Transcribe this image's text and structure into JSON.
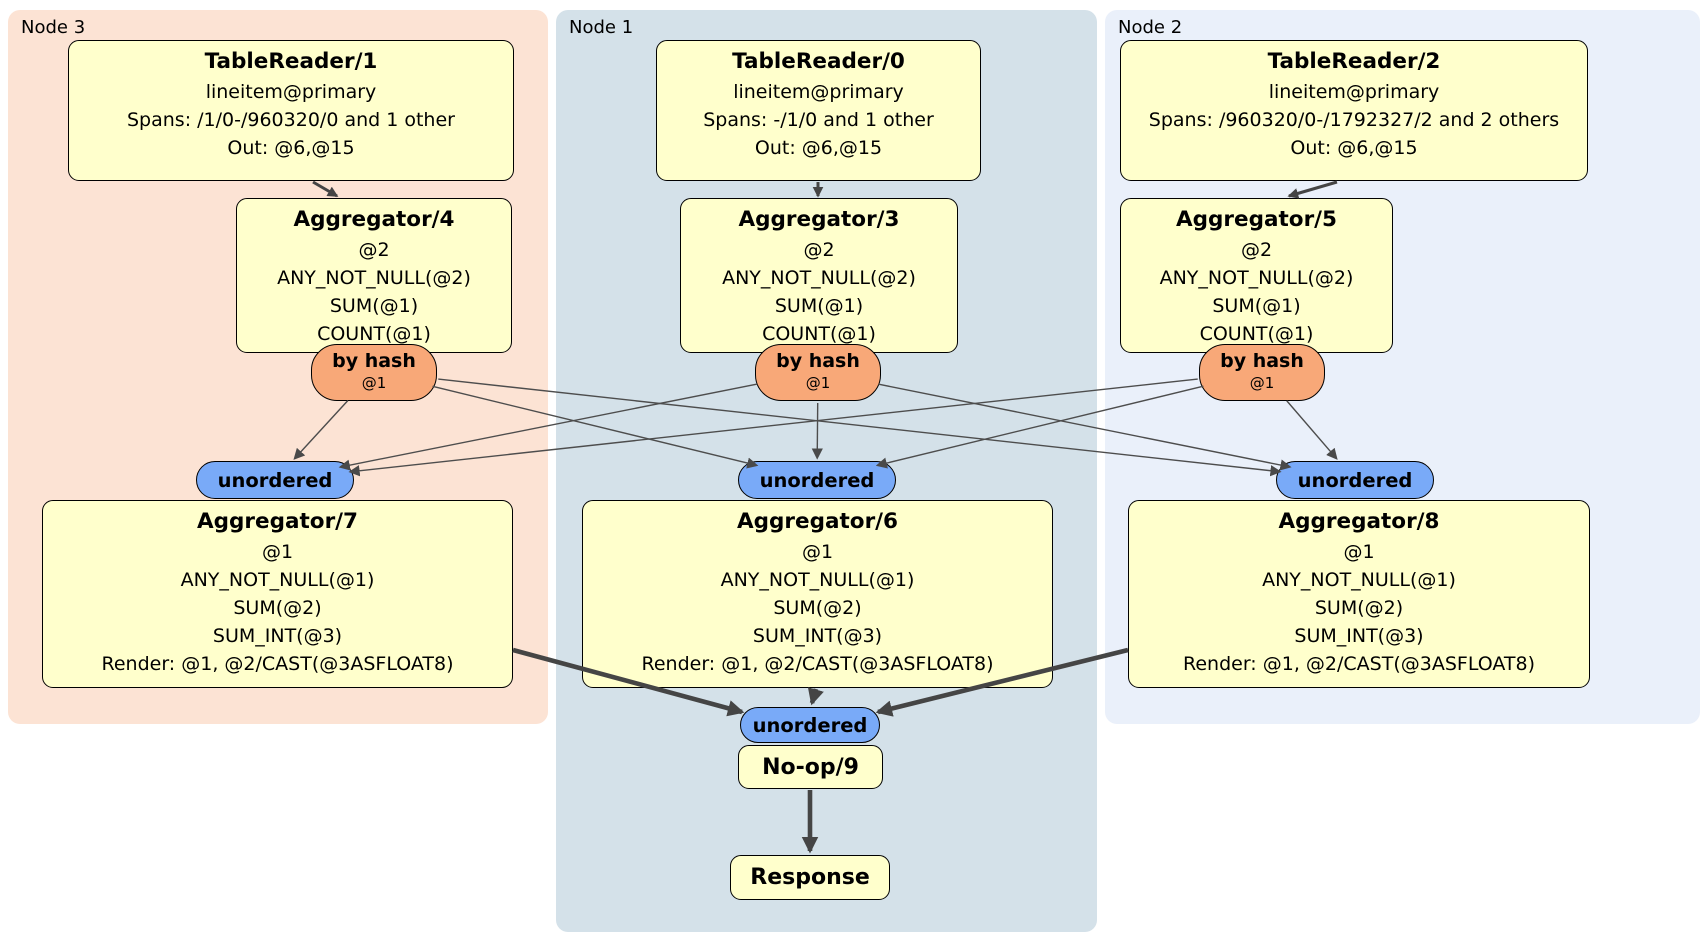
{
  "regions": {
    "node3": {
      "label": "Node 3"
    },
    "node1": {
      "label": "Node 1"
    },
    "node2": {
      "label": "Node 2"
    }
  },
  "ops": {
    "tr1": {
      "title": "TableReader/1",
      "lines": [
        "lineitem@primary",
        "Spans: /1/0-/960320/0 and 1 other",
        "Out: @6,@15"
      ]
    },
    "tr0": {
      "title": "TableReader/0",
      "lines": [
        "lineitem@primary",
        "Spans: -/1/0 and 1 other",
        "Out: @6,@15"
      ]
    },
    "tr2": {
      "title": "TableReader/2",
      "lines": [
        "lineitem@primary",
        "Spans: /960320/0-/1792327/2 and 2 others",
        "Out: @6,@15"
      ]
    },
    "agg4": {
      "title": "Aggregator/4",
      "lines": [
        "@2",
        "ANY_NOT_NULL(@2)",
        "SUM(@1)",
        "COUNT(@1)"
      ]
    },
    "agg3": {
      "title": "Aggregator/3",
      "lines": [
        "@2",
        "ANY_NOT_NULL(@2)",
        "SUM(@1)",
        "COUNT(@1)"
      ]
    },
    "agg5": {
      "title": "Aggregator/5",
      "lines": [
        "@2",
        "ANY_NOT_NULL(@2)",
        "SUM(@1)",
        "COUNT(@1)"
      ]
    },
    "agg7": {
      "title": "Aggregator/7",
      "lines": [
        "@1",
        "ANY_NOT_NULL(@1)",
        "SUM(@2)",
        "SUM_INT(@3)",
        "Render: @1, @2/CAST(@3ASFLOAT8)"
      ]
    },
    "agg6": {
      "title": "Aggregator/6",
      "lines": [
        "@1",
        "ANY_NOT_NULL(@1)",
        "SUM(@2)",
        "SUM_INT(@3)",
        "Render: @1, @2/CAST(@3ASFLOAT8)"
      ]
    },
    "agg8": {
      "title": "Aggregator/8",
      "lines": [
        "@1",
        "ANY_NOT_NULL(@1)",
        "SUM(@2)",
        "SUM_INT(@3)",
        "Render: @1, @2/CAST(@3ASFLOAT8)"
      ]
    },
    "noop": {
      "title": "No-op/9"
    },
    "response": {
      "title": "Response"
    }
  },
  "router": {
    "label": "by hash",
    "key": "@1"
  },
  "stream": {
    "label": "unordered"
  },
  "edges": [
    {
      "from": "tablereader-1",
      "to": "aggregator-4",
      "type": "mid"
    },
    {
      "from": "tablereader-0",
      "to": "aggregator-3",
      "type": "mid"
    },
    {
      "from": "tablereader-2",
      "to": "aggregator-5",
      "type": "mid"
    },
    {
      "from": "byhash-node3",
      "to": "unordered-node3",
      "type": "thin"
    },
    {
      "from": "byhash-node3",
      "to": "unordered-node1",
      "type": "thin"
    },
    {
      "from": "byhash-node3",
      "to": "unordered-node2",
      "type": "thin"
    },
    {
      "from": "byhash-node1",
      "to": "unordered-node3",
      "type": "thin"
    },
    {
      "from": "byhash-node1",
      "to": "unordered-node1",
      "type": "thin"
    },
    {
      "from": "byhash-node1",
      "to": "unordered-node2",
      "type": "thin"
    },
    {
      "from": "byhash-node2",
      "to": "unordered-node3",
      "type": "thin"
    },
    {
      "from": "byhash-node2",
      "to": "unordered-node1",
      "type": "thin"
    },
    {
      "from": "byhash-node2",
      "to": "unordered-node2",
      "type": "thin"
    },
    {
      "from": "aggregator-7",
      "to": "final-unordered",
      "type": "thick"
    },
    {
      "from": "aggregator-6",
      "to": "final-unordered",
      "type": "thick"
    },
    {
      "from": "aggregator-8",
      "to": "final-unordered",
      "type": "thick"
    },
    {
      "from": "noop-9",
      "to": "response",
      "type": "thick"
    }
  ],
  "colors": {
    "node3_bg": "#fce3d4",
    "node1_bg": "#d4e1e9",
    "node2_bg": "#eaf0fa",
    "op_box_bg": "#ffffcc",
    "router_bg": "#f8a878",
    "stream_bg": "#79aaf8",
    "edge": "#4a4a4a"
  }
}
